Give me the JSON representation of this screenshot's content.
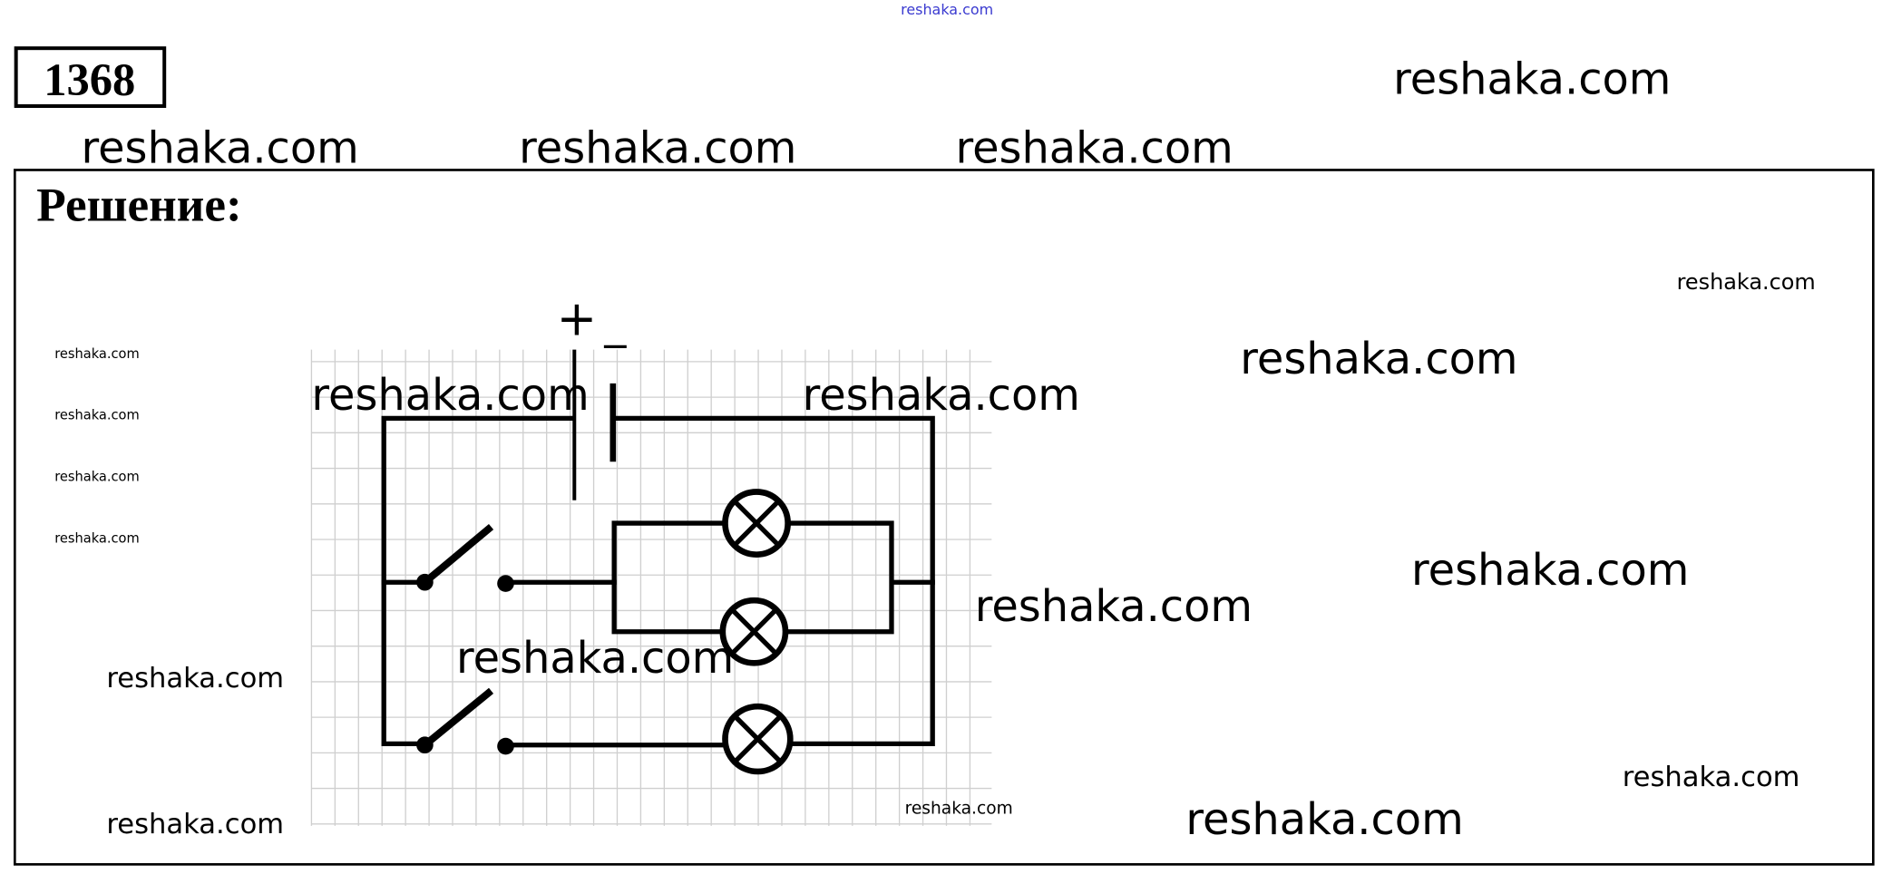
{
  "header": {
    "top_watermark": "reshaka.com",
    "problem_number": "1368"
  },
  "solution": {
    "heading": "Решение:"
  },
  "circuit": {
    "battery_plus": "+",
    "battery_minus": "−",
    "lamps": 3,
    "switches": 2
  },
  "watermarks": [
    "reshaka.com",
    "reshaka.com",
    "reshaka.com",
    "reshaka.com",
    "reshaka.com",
    "reshaka.com",
    "reshaka.com",
    "reshaka.com",
    "reshaka.com",
    "reshaka.com",
    "reshaka.com",
    "reshaka.com",
    "reshaka.com",
    "reshaka.com",
    "reshaka.com",
    "reshaka.com",
    "reshaka.com",
    "reshaka.com",
    "reshaka.com",
    "reshaka.com"
  ],
  "colors": {
    "top_watermark": "#3a3ad0"
  }
}
